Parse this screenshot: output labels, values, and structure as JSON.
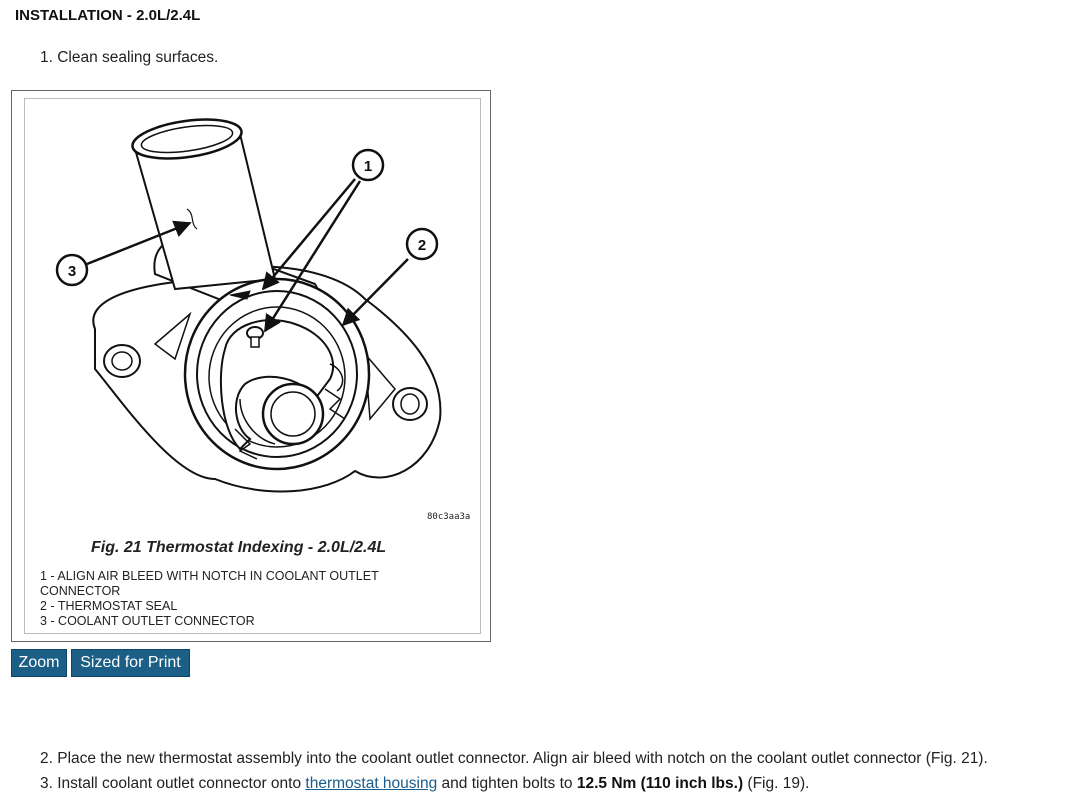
{
  "heading": "INSTALLATION - 2.0L/2.4L",
  "steps": {
    "s1": "1. Clean sealing surfaces.",
    "s2": "2. Place the new thermostat assembly into the coolant outlet connector. Align air bleed with notch on the coolant outlet connector (Fig. 21).",
    "s3_prefix": "3. Install coolant outlet connector onto ",
    "s3_link": "thermostat housing",
    "s3_mid": " and tighten bolts to ",
    "s3_torque": "12.5 Nm (110 inch lbs.)",
    "s3_suffix": " (Fig. 19)."
  },
  "figure": {
    "code": "80c3aa3a",
    "caption": "Fig. 21 Thermostat Indexing - 2.0L/2.4L",
    "callouts": [
      "1",
      "2",
      "3"
    ],
    "legend": [
      "1 - ALIGN AIR BLEED WITH NOTCH IN COOLANT OUTLET CONNECTOR",
      "2 - THERMOSTAT SEAL",
      "3 - COOLANT OUTLET CONNECTOR"
    ]
  },
  "buttons": {
    "zoom": "Zoom",
    "print": "Sized for Print"
  }
}
